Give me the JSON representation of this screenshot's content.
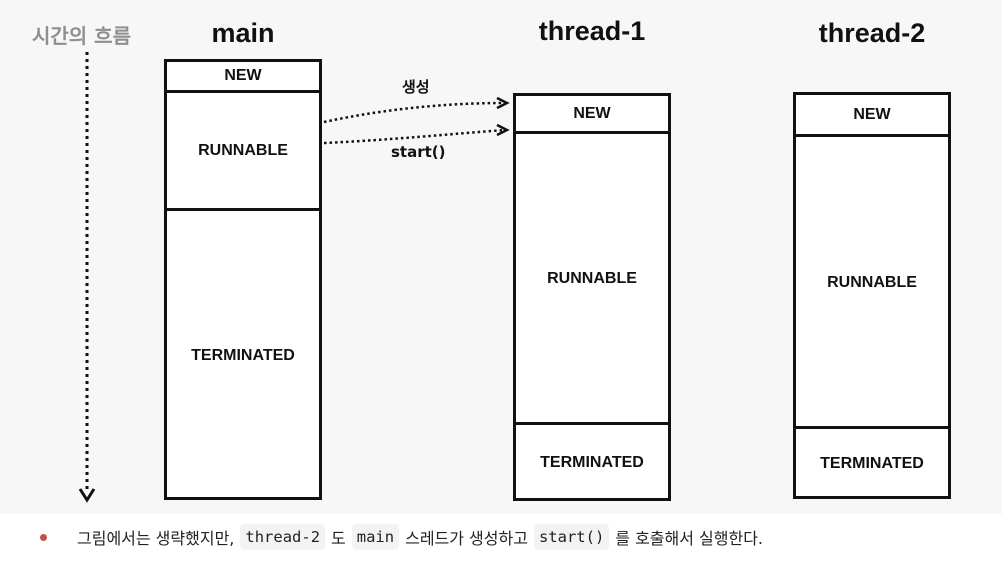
{
  "time_axis": {
    "label": "시간의 흐름"
  },
  "columns": [
    {
      "title": "main",
      "states": [
        "NEW",
        "RUNNABLE",
        "TERMINATED"
      ]
    },
    {
      "title": "thread-1",
      "states": [
        "NEW",
        "RUNNABLE",
        "TERMINATED"
      ]
    },
    {
      "title": "thread-2",
      "states": [
        "NEW",
        "RUNNABLE",
        "TERMINATED"
      ]
    }
  ],
  "arrows": {
    "create_label": "생성",
    "start_label": "start()"
  },
  "note": {
    "part1": "그림에서는 생략했지만,",
    "code1": "thread-2",
    "part2": "도",
    "code2": "main",
    "part3": "스레드가 생성하고",
    "code3": "start()",
    "part4": "를 호출해서 실행한다."
  },
  "colors": {
    "bullet": "#c0504d",
    "panel": "#f7f7f7",
    "time_label": "#8f8f8f"
  }
}
